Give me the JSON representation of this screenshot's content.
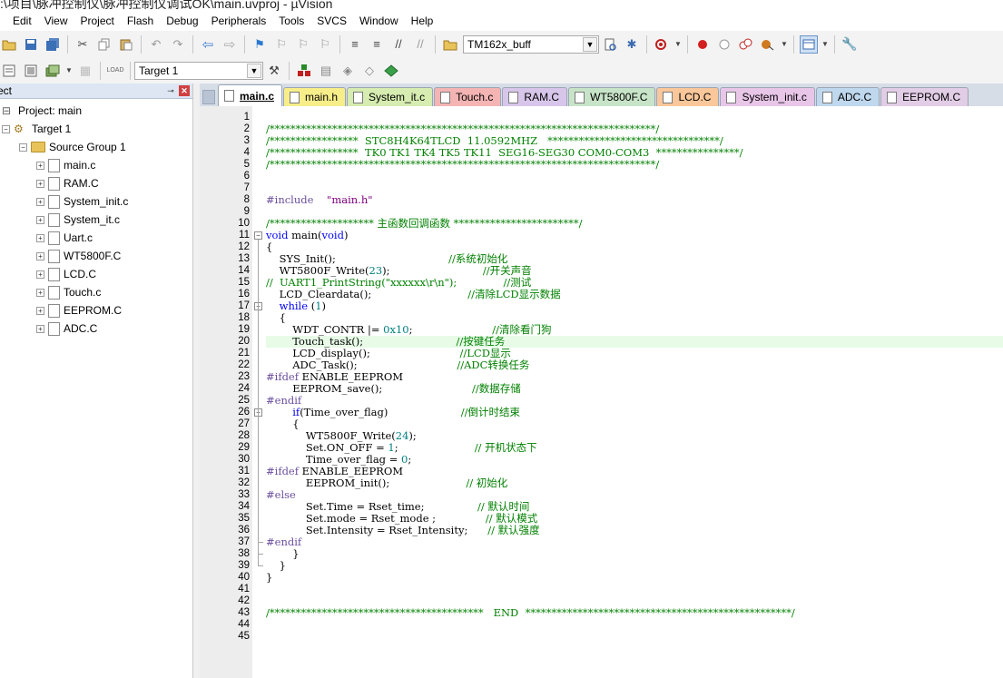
{
  "window": {
    "title": ":\\项目\\脉冲控制仪\\脉冲控制仪调试OK\\main.uvproj - µVision"
  },
  "menubar": [
    "Edit",
    "View",
    "Project",
    "Flash",
    "Debug",
    "Peripherals",
    "Tools",
    "SVCS",
    "Window",
    "Help"
  ],
  "toolbar": {
    "device_target": "TM162x_buff",
    "build_target": "Target 1"
  },
  "project_panel": {
    "title": "ect",
    "root": "Project: main",
    "target": "Target 1",
    "group": "Source Group 1",
    "files": [
      "main.c",
      "RAM.C",
      "System_init.c",
      "System_it.c",
      "Uart.c",
      "WT5800F.C",
      "LCD.C",
      "Touch.c",
      "EEPROM.C",
      "ADC.C"
    ]
  },
  "tabs": [
    {
      "label": "main.c",
      "color": "#ffffff",
      "active": true
    },
    {
      "label": "main.h",
      "color": "#f7ee8a",
      "active": false
    },
    {
      "label": "System_it.c",
      "color": "#d6ecb0",
      "active": false
    },
    {
      "label": "Touch.c",
      "color": "#f4b4b4",
      "active": false
    },
    {
      "label": "RAM.C",
      "color": "#d8c6ea",
      "active": false
    },
    {
      "label": "WT5800F.C",
      "color": "#c8e4c8",
      "active": false
    },
    {
      "label": "LCD.C",
      "color": "#f9c79a",
      "active": false
    },
    {
      "label": "System_init.c",
      "color": "#e8c6e8",
      "active": false
    },
    {
      "label": "ADC.C",
      "color": "#bfd8ee",
      "active": false
    },
    {
      "label": "EEPROM.C",
      "color": "#e2cde6",
      "active": false
    }
  ],
  "editor": {
    "current_line": 20,
    "lines": [
      [],
      [
        [
          "comment",
          "/**************************************************************************/"
        ]
      ],
      [
        [
          "comment",
          "/*****************  STC8H4K64TLCD  11.0592MHZ   *********************************/"
        ]
      ],
      [
        [
          "comment",
          "/*****************  TK0 TK1 TK4 TK5 TK11  SEG16-SEG30 COM0-COM3  ****************/"
        ]
      ],
      [
        [
          "comment",
          "/**************************************************************************/"
        ]
      ],
      [],
      [],
      [
        [
          "pp",
          "#include"
        ],
        [
          "norm",
          "    "
        ],
        [
          "str",
          "\"main.h\""
        ]
      ],
      [],
      [
        [
          "comment",
          "/******************** 主函数回调函数 ************************/"
        ]
      ],
      [
        [
          "kw",
          "void"
        ],
        [
          "norm",
          " main("
        ],
        [
          "kw",
          "void"
        ],
        [
          "norm",
          ")"
        ]
      ],
      [
        [
          "norm",
          "{"
        ]
      ],
      [
        [
          "norm",
          "    SYS_Init();                                  "
        ],
        [
          "comment",
          "//系统初始化"
        ]
      ],
      [
        [
          "norm",
          "    WT5800F_Write("
        ],
        [
          "num",
          "23"
        ],
        [
          "norm",
          ");                            "
        ],
        [
          "comment",
          "//开关声音"
        ]
      ],
      [
        [
          "comment",
          "//  UART1_PrintString(\"xxxxxx\\r\\n\");              //测试"
        ]
      ],
      [
        [
          "norm",
          "    LCD_Cleardata();                             "
        ],
        [
          "comment",
          "//清除LCD显示数据"
        ]
      ],
      [
        [
          "norm",
          "    "
        ],
        [
          "kw",
          "while"
        ],
        [
          "norm",
          " ("
        ],
        [
          "num",
          "1"
        ],
        [
          "norm",
          ")"
        ]
      ],
      [
        [
          "norm",
          "    {"
        ]
      ],
      [
        [
          "norm",
          "        WDT_CONTR |= "
        ],
        [
          "num",
          "0x10"
        ],
        [
          "norm",
          ";                        "
        ],
        [
          "comment",
          "//清除看门狗"
        ]
      ],
      [
        [
          "norm",
          "        Touch_task();                            "
        ],
        [
          "comment",
          "//按键任务"
        ]
      ],
      [
        [
          "norm",
          "        LCD_display();                           "
        ],
        [
          "comment",
          "//LCD显示"
        ]
      ],
      [
        [
          "norm",
          "        ADC_Task();                              "
        ],
        [
          "comment",
          "//ADC转换任务"
        ]
      ],
      [
        [
          "pp",
          "#ifdef"
        ],
        [
          "norm",
          " ENABLE_EEPROM"
        ]
      ],
      [
        [
          "norm",
          "        EEPROM_save();                           "
        ],
        [
          "comment",
          "//数据存储"
        ]
      ],
      [
        [
          "pp",
          "#endif"
        ]
      ],
      [
        [
          "norm",
          "        "
        ],
        [
          "kw",
          "if"
        ],
        [
          "norm",
          "(Time_over_flag)                      "
        ],
        [
          "comment",
          "//倒计时结束"
        ]
      ],
      [
        [
          "norm",
          "        {"
        ]
      ],
      [
        [
          "norm",
          "            WT5800F_Write("
        ],
        [
          "num",
          "24"
        ],
        [
          "norm",
          ");"
        ]
      ],
      [
        [
          "norm",
          "            Set.ON_OFF = "
        ],
        [
          "num",
          "1"
        ],
        [
          "norm",
          ";                       "
        ],
        [
          "comment",
          "// 开机状态下"
        ]
      ],
      [
        [
          "norm",
          "            Time_over_flag = "
        ],
        [
          "num",
          "0"
        ],
        [
          "norm",
          ";"
        ]
      ],
      [
        [
          "pp",
          "#ifdef"
        ],
        [
          "norm",
          " ENABLE_EEPROM"
        ]
      ],
      [
        [
          "norm",
          "            EEPROM_init();                       "
        ],
        [
          "comment",
          "// 初始化"
        ]
      ],
      [
        [
          "pp",
          "#else"
        ]
      ],
      [
        [
          "norm",
          "            Set.Time = Rset_time;                "
        ],
        [
          "comment",
          "// 默认时间"
        ]
      ],
      [
        [
          "norm",
          "            Set.mode = Rset_mode ;               "
        ],
        [
          "comment",
          "// 默认模式"
        ]
      ],
      [
        [
          "norm",
          "            Set.Intensity = Rset_Intensity;      "
        ],
        [
          "comment",
          "// 默认强度"
        ]
      ],
      [
        [
          "pp",
          "#endif"
        ]
      ],
      [
        [
          "norm",
          "        }"
        ]
      ],
      [
        [
          "norm",
          "    }"
        ]
      ],
      [
        [
          "norm",
          "}"
        ]
      ],
      [],
      [],
      [
        [
          "comment",
          "/*****************************************   END  ***************************************************/"
        ]
      ],
      [],
      []
    ]
  }
}
